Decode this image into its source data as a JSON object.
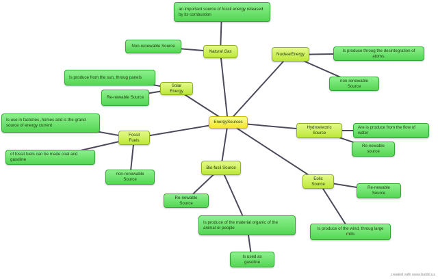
{
  "center": {
    "label": "EnergySources"
  },
  "topics": {
    "natural_gas": {
      "label": "Natural Gas"
    },
    "nuclear": {
      "label": "NuclearEnergy"
    },
    "solar": {
      "label": "Solar Energy"
    },
    "fossil": {
      "label": "Fossil Fuels"
    },
    "hydro": {
      "label": "Hydroelectric Source"
    },
    "biofusil": {
      "label": "Bio-fusil Source"
    },
    "eolic": {
      "label": "Eolic Source"
    }
  },
  "leaves": {
    "gas_desc": "an important source of fossil energy released by its combustion",
    "gas_type": "Non-renewable Source",
    "nuclear_desc": "Is produce throug the desintegration of atoms.",
    "nuclear_type": "non-renewable Source",
    "solar_desc": "Is produce from the sun, throug panels",
    "solar_type": "Re-newable Source",
    "fossil_use": "Is use in factories ,homes and is the grand source of energy current",
    "fossil_made": "of fossil fuels can be made coal and gasoline",
    "fossil_type": "non-renewable Source",
    "hydro_desc": "Are is produce from the flow of water",
    "hydro_type": "Re-newable source",
    "bio_type": "Re-newable Source",
    "bio_desc": "Is produce of the material organic of the animal or people",
    "bio_use": "Is used as gasoline",
    "eolic_type": "Re-newable Source",
    "eolic_desc": "Is produce of the wind, throug large mills"
  },
  "footer": {
    "credit": "created with www.bubbl.us"
  },
  "colors": {
    "center": "#f6ea3a",
    "topic": "#c8ef4a",
    "leaf": "#5ddc5d",
    "link": "#4a4a5a"
  }
}
